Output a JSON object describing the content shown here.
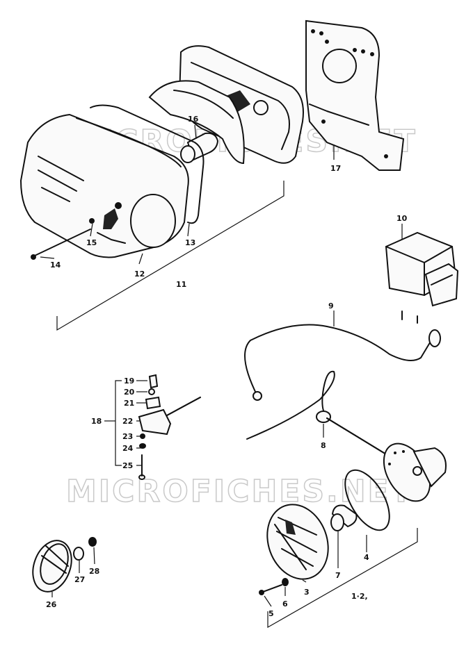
{
  "watermarks": {
    "top": "MICROFICHES.NET",
    "bottom": "MICROFICHES.NET"
  },
  "part_labels": {
    "p1_2": "1·2,",
    "p3": "3",
    "p4": "4",
    "p5": "5",
    "p6": "6",
    "p7": "7",
    "p8": "8",
    "p9": "9",
    "p10": "10",
    "p11": "11",
    "p12": "12",
    "p13": "13",
    "p14": "14",
    "p15": "15",
    "p16": "16",
    "p17": "17",
    "p18": "18",
    "p19": "19",
    "p20": "20",
    "p21": "21",
    "p22": "22",
    "p23": "23",
    "p24": "24",
    "p25": "25",
    "p26": "26",
    "p27": "27",
    "p28": "28"
  },
  "colors": {
    "ink": "#111111",
    "watermark": "#c9c9c9",
    "background": "#ffffff"
  }
}
